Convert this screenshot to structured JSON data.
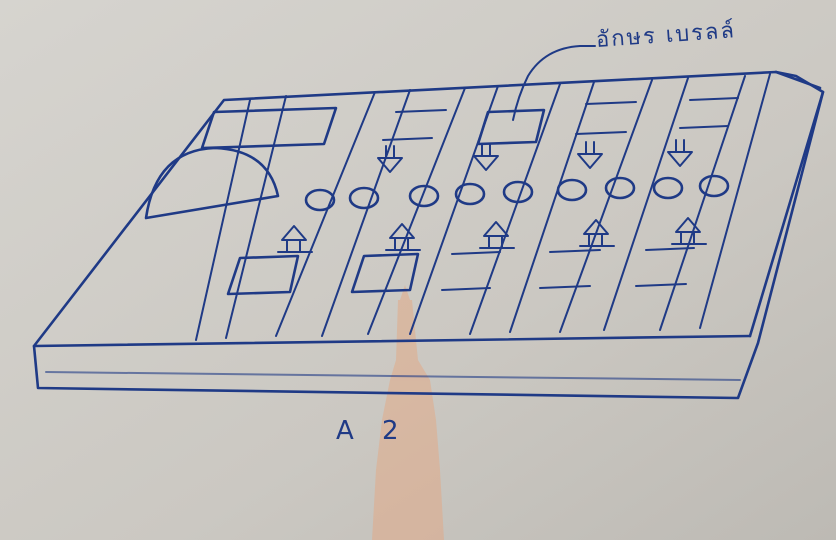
{
  "sketch": {
    "callout_label": "อักษร เบรลล์",
    "caption": "A 2"
  },
  "colors": {
    "paper": "#cfccc6",
    "ink": "#1f3a86",
    "watermark": "#e3a37a"
  },
  "icons": {
    "arrow_down": "hollow-down-arrow",
    "arrow_up": "hollow-up-arrow",
    "dome": "half-dome-button"
  }
}
